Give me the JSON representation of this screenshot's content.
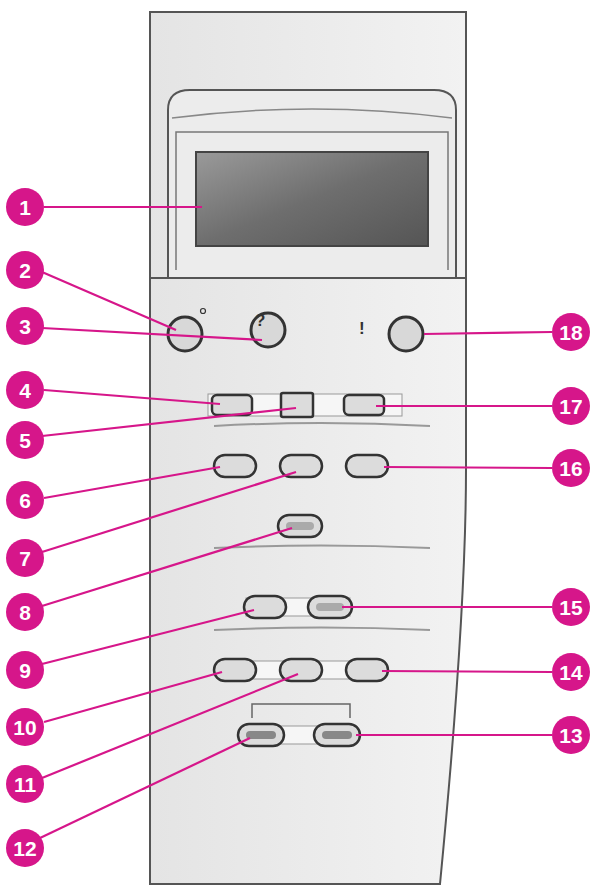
{
  "diagram": {
    "nodes": [
      {
        "text": [
          "1"
        ]
      },
      {
        "text": [
          "2"
        ]
      },
      {
        "text": [
          "3"
        ]
      },
      {
        "text": [
          "4"
        ]
      },
      {
        "text": [
          "5"
        ]
      },
      {
        "text": [
          "6"
        ]
      },
      {
        "text": [
          "7"
        ]
      },
      {
        "text": [
          "8"
        ]
      },
      {
        "text": [
          "9"
        ]
      },
      {
        "text": [
          "10"
        ]
      },
      {
        "text": [
          "11"
        ]
      },
      {
        "text": [
          "12"
        ]
      },
      {
        "text": [
          "13"
        ]
      },
      {
        "text": [
          "14"
        ]
      },
      {
        "text": [
          "15"
        ]
      },
      {
        "text": [
          "16"
        ]
      },
      {
        "text": [
          "17"
        ]
      },
      {
        "text": [
          "18"
        ]
      }
    ],
    "labels": [
      "?",
      "!"
    ]
  }
}
